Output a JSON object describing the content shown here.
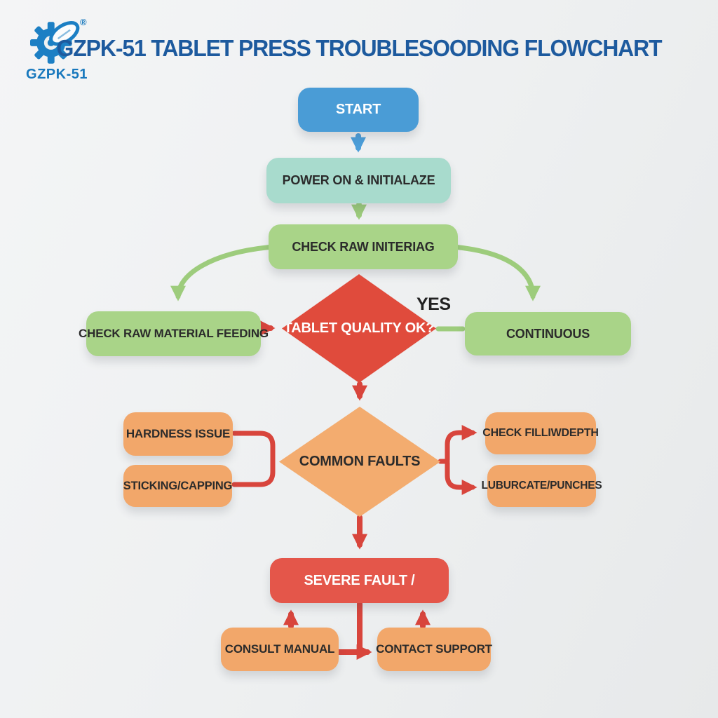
{
  "logo": {
    "brand": "GZPK-51",
    "registered_mark": "®"
  },
  "header": {
    "title": "GZPK-51 TABLET PRESS TROUBLESOODING FLOWCHART"
  },
  "flowchart": {
    "nodes": {
      "start": {
        "label": "START",
        "shape": "rounded-box",
        "color": "#4a9cd6"
      },
      "power_on": {
        "label": "POWER ON & INITIALAZE",
        "shape": "rounded-box",
        "color": "#a8dbcd"
      },
      "check_raw": {
        "label": "CHECK RAW INITERIAG",
        "shape": "rounded-box",
        "color": "#a9d488"
      },
      "tablet_quality": {
        "label": "TABLET QUALITY OK?",
        "shape": "diamond",
        "color": "#e04b3c"
      },
      "check_feeding": {
        "label": "CHECK RAW MATERIAL FEEDING",
        "shape": "rounded-box",
        "color": "#a9d488"
      },
      "continuous": {
        "label": "CONTINUOUS",
        "shape": "rounded-box",
        "color": "#a9d488"
      },
      "common_faults": {
        "label": "COMMON FAULTS",
        "shape": "diamond",
        "color": "#f3ac6f"
      },
      "hardness_issue": {
        "label": "HARDNESS ISSUE",
        "shape": "rounded-box",
        "color": "#f2a76a"
      },
      "sticking_capping": {
        "label": "STICKING/CAPPING",
        "shape": "rounded-box",
        "color": "#f2a76a"
      },
      "check_fill": {
        "label": "CHECK FILLIWDEPTH",
        "shape": "rounded-box",
        "color": "#f2a76a"
      },
      "lubricate_punches": {
        "label": "LUBURCATE/PUNCHES",
        "shape": "rounded-box",
        "color": "#f2a76a"
      },
      "severe_fault": {
        "label": "SEVERE FAULT /",
        "shape": "rounded-box",
        "color": "#e4564a"
      },
      "consult_manual": {
        "label": "CONSULT MANUAL",
        "shape": "rounded-box",
        "color": "#f2a76a"
      },
      "contact_support": {
        "label": "CONTACT SUPPORT",
        "shape": "rounded-box",
        "color": "#f2a76a"
      }
    },
    "edge_labels": {
      "yes": "YES"
    },
    "edges": [
      {
        "from": "start",
        "to": "power_on",
        "color": "blue"
      },
      {
        "from": "power_on",
        "to": "check_raw",
        "color": "green"
      },
      {
        "from": "check_raw",
        "to": "check_feeding",
        "color": "green",
        "style": "curved"
      },
      {
        "from": "check_raw",
        "to": "continuous",
        "color": "green",
        "style": "curved"
      },
      {
        "from": "check_feeding",
        "to": "tablet_quality",
        "color": "red"
      },
      {
        "from": "tablet_quality",
        "to": "continuous",
        "color": "green",
        "label": "YES"
      },
      {
        "from": "tablet_quality",
        "to": "common_faults",
        "color": "red"
      },
      {
        "from": "hardness_issue",
        "to": "common_faults",
        "color": "red",
        "style": "bracket"
      },
      {
        "from": "sticking_capping",
        "to": "common_faults",
        "color": "red",
        "style": "bracket"
      },
      {
        "from": "common_faults",
        "to": "check_fill",
        "color": "red"
      },
      {
        "from": "common_faults",
        "to": "lubricate_punches",
        "color": "red"
      },
      {
        "from": "common_faults",
        "to": "severe_fault",
        "color": "red"
      },
      {
        "from": "consult_manual",
        "to": "severe_fault",
        "color": "red"
      },
      {
        "from": "contact_support",
        "to": "severe_fault",
        "color": "red"
      },
      {
        "from": "severe_fault",
        "to": "contact_support",
        "color": "red"
      }
    ],
    "colors": {
      "blue_arrow": "#4c9ed9",
      "green_arrow": "#9dcc7c",
      "red_arrow": "#d8453c"
    }
  }
}
